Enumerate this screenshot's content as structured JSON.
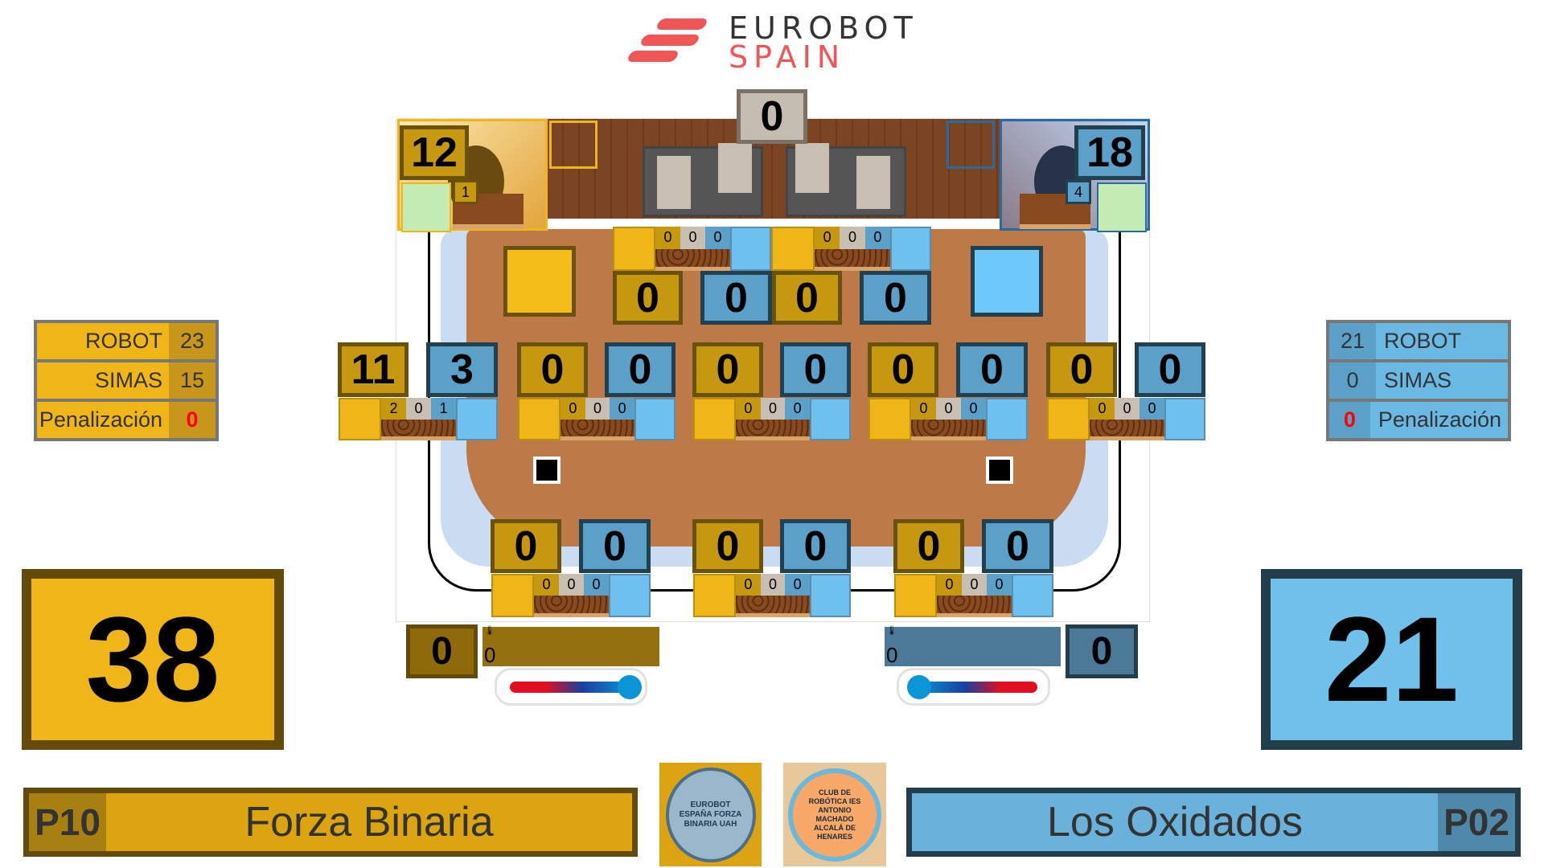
{
  "logo": {
    "line1": "EUROBOT",
    "line2": "SPAIN"
  },
  "center_top_score": "0",
  "nest": {
    "yellow_score": "12",
    "yellow_small": "1",
    "blue_score": "18",
    "blue_small": "4"
  },
  "top_row": {
    "boxes": [
      {
        "team": "yellow",
        "value": "0"
      },
      {
        "team": "blue",
        "value": "0"
      },
      {
        "team": "yellow",
        "value": "0"
      },
      {
        "team": "blue",
        "value": "0"
      }
    ],
    "stacks": [
      [
        "0",
        "0",
        "0"
      ],
      [
        "0",
        "0",
        "0"
      ]
    ]
  },
  "middle_row": {
    "boxes": [
      {
        "team": "yellow",
        "value": "11"
      },
      {
        "team": "blue",
        "value": "3"
      },
      {
        "team": "yellow",
        "value": "0"
      },
      {
        "team": "blue",
        "value": "0"
      },
      {
        "team": "yellow",
        "value": "0"
      },
      {
        "team": "blue",
        "value": "0"
      },
      {
        "team": "yellow",
        "value": "0"
      },
      {
        "team": "blue",
        "value": "0"
      },
      {
        "team": "yellow",
        "value": "0"
      },
      {
        "team": "blue",
        "value": "0"
      }
    ],
    "stacks": [
      [
        "2",
        "0",
        "1"
      ],
      [
        "0",
        "0",
        "0"
      ],
      [
        "0",
        "0",
        "0"
      ],
      [
        "0",
        "0",
        "0"
      ],
      [
        "0",
        "0",
        "0"
      ]
    ]
  },
  "bottom_row": {
    "boxes": [
      {
        "team": "yellow",
        "value": "0"
      },
      {
        "team": "blue",
        "value": "0"
      },
      {
        "team": "yellow",
        "value": "0"
      },
      {
        "team": "blue",
        "value": "0"
      },
      {
        "team": "yellow",
        "value": "0"
      },
      {
        "team": "blue",
        "value": "0"
      }
    ],
    "stacks": [
      [
        "0",
        "0",
        "0"
      ],
      [
        "0",
        "0",
        "0"
      ],
      [
        "0",
        "0",
        "0"
      ]
    ]
  },
  "yellow": {
    "table": [
      {
        "label": "ROBOT",
        "value": "23"
      },
      {
        "label": "SIMAS",
        "value": "15"
      },
      {
        "label": "Penalización",
        "value": "0"
      }
    ],
    "total": "38",
    "code": "P10",
    "name": "Forza Binaria",
    "thermo_score": "0",
    "thermo_value": "0",
    "badge_text": "EUROBOT ESPAÑA FORZA BINARIA UAH"
  },
  "blue": {
    "table": [
      {
        "label": "ROBOT",
        "value": "21"
      },
      {
        "label": "SIMAS",
        "value": "0"
      },
      {
        "label": "Penalización",
        "value": "0"
      }
    ],
    "total": "21",
    "code": "P02",
    "name": "Los Oxidados",
    "thermo_score": "0",
    "thermo_value": "0",
    "badge_text": "CLUB DE ROBÓTICA IES ANTONIO MACHADO ALCALÁ DE HENARES"
  },
  "colors": {
    "yellow": "#f0b516",
    "blue": "#6ec1ee",
    "accent": "#f25555"
  }
}
